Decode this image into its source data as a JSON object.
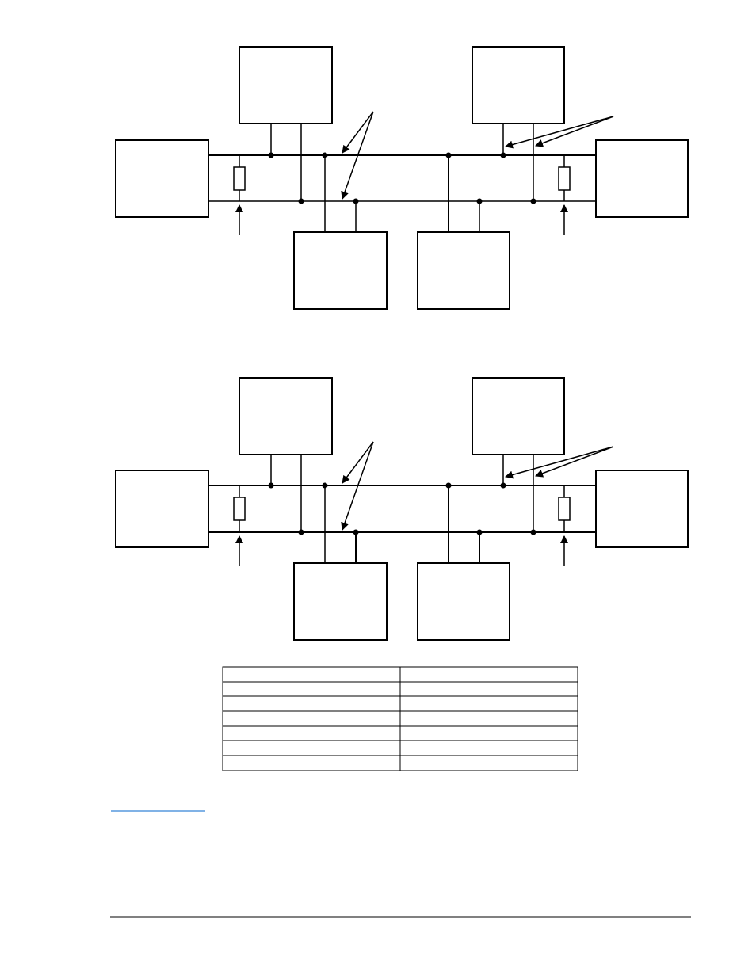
{
  "diagrams": [
    {
      "id": "top",
      "variant": "two-wire-bus",
      "nodes": 6,
      "terminators": 2
    },
    {
      "id": "bottom",
      "variant": "two-wire-bus",
      "nodes": 6,
      "terminators": 2
    }
  ],
  "table": {
    "rows": 7,
    "columns": 2,
    "cells": []
  },
  "link": {
    "text": ""
  },
  "colors": {
    "line": "#000000",
    "link": "#0066cc"
  }
}
